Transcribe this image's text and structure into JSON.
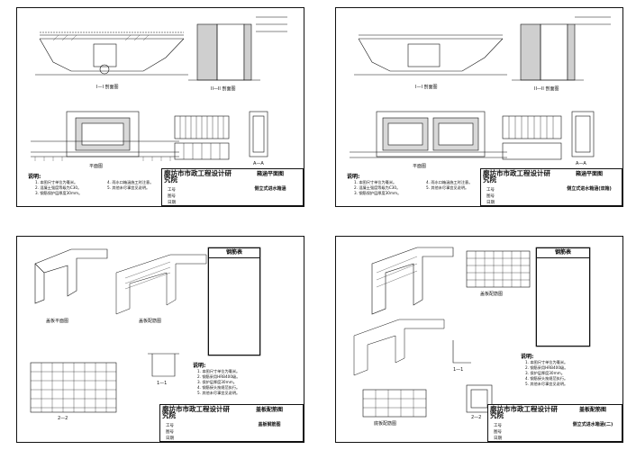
{
  "sheets": [
    {
      "institute": "廊坊市市政工程设计研究院",
      "title": "箱涵平面图",
      "subtitle": "侧立式进水箱涵",
      "notes_heading": "说明:",
      "notes": [
        "1. 本图尺寸单位为毫米。",
        "2. 混凝土强度等级为C30。",
        "3. 钢筋保护层厚度30mm。",
        "4. 雨水口箱涵施工时注意。",
        "5. 其他未尽事宜见说明。"
      ],
      "captions": [
        "I—I 剖面图",
        "II—II 剖面图",
        "平面图",
        "A—A"
      ],
      "labels": [
        "工号",
        "图号",
        "日期"
      ]
    },
    {
      "institute": "廊坊市市政工程设计研究院",
      "title": "箱涵平面图",
      "subtitle": "侧立式进水箱涵(双箱)",
      "notes_heading": "说明:",
      "notes": [
        "1. 本图尺寸单位为毫米。",
        "2. 混凝土强度等级为C30。",
        "3. 钢筋保护层厚度30mm。",
        "4. 雨水口箱涵施工时注意。",
        "5. 其他未尽事宜见说明。"
      ],
      "captions": [
        "I—I 剖面图",
        "II—II 剖面图",
        "平面图",
        "A—A"
      ],
      "labels": [
        "工号",
        "图号",
        "日期"
      ]
    },
    {
      "institute": "廊坊市市政工程设计研究院",
      "title": "盖板配筋图",
      "subtitle": "盖板钢筋图",
      "notes_heading": "说明:",
      "notes": [
        "1. 本图尺寸单位为毫米。",
        "2. 钢筋采用HRB400级。",
        "3. 保护层厚度30mm。",
        "4. 钢筋接头按规范执行。",
        "5. 其他未尽事宜见说明。"
      ],
      "captions": [
        "盖板平面图",
        "盖板配筋图",
        "1—1",
        "2—2"
      ],
      "table_heading": "钢筋表",
      "labels": [
        "工号",
        "图号",
        "日期"
      ]
    },
    {
      "institute": "廊坊市市政工程设计研究院",
      "title": "盖板配筋图",
      "subtitle": "侧立式进水箱涵(二)",
      "notes_heading": "说明:",
      "notes": [
        "1. 本图尺寸单位为毫米。",
        "2. 钢筋采用HRB400级。",
        "3. 保护层厚度30mm。",
        "4. 钢筋接头按规范执行。",
        "5. 其他未尽事宜见说明。"
      ],
      "captions": [
        "盖板配筋图",
        "1—1",
        "2—2",
        "底板配筋图"
      ],
      "table_heading": "钢筋表",
      "labels": [
        "工号",
        "图号",
        "日期"
      ]
    }
  ]
}
